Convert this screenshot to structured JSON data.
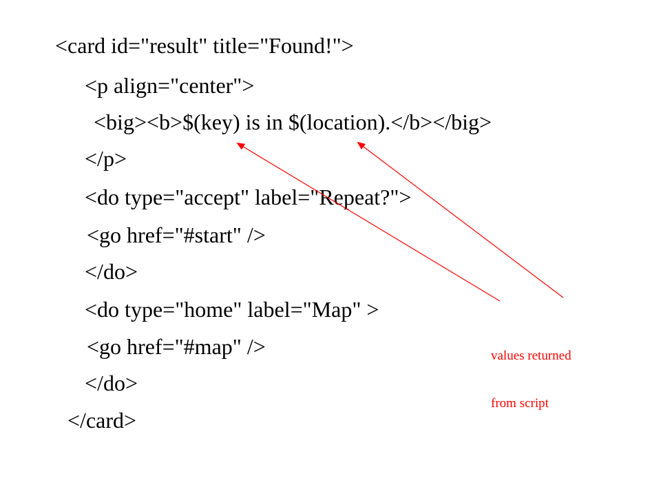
{
  "code_lines": [
    "<card id=\"result\" title=\"Found!\">",
    "<p align=\"center\">",
    "<big><b>$(key) is in $(location).</b></big>",
    "</p>",
    "<do type=\"accept\" label=\"Repeat?\">",
    "<go href=\"#start\" />",
    "</do>",
    "<do type=\"home\" label=\"Map\" >",
    "<go href=\"#map\" />",
    "</do>",
    "</card>"
  ],
  "annotation": {
    "text_line1": "values returned",
    "text_line2": "from script",
    "color": "#ff0000"
  },
  "colors": {
    "text": "#000000",
    "background": "#ffffff",
    "annotation": "#ff0000"
  }
}
